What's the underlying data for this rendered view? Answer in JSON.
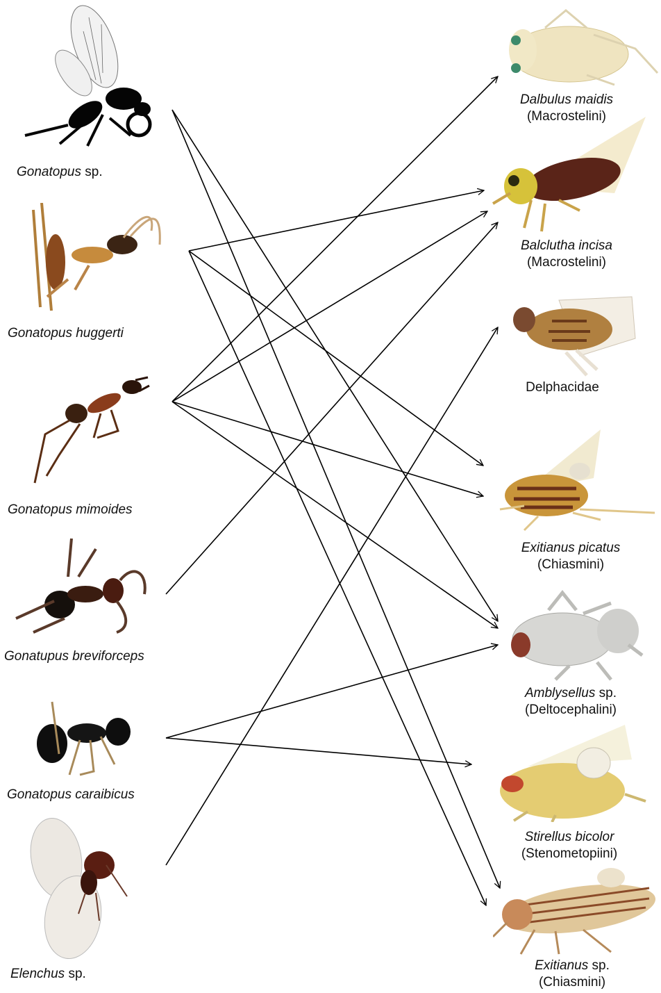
{
  "parasitoids": [
    {
      "id": "gonatopus-sp",
      "genus": "Gonatopus",
      "suffix": "sp."
    },
    {
      "id": "gonatopus-huggerti",
      "name": "Gonatopus huggerti"
    },
    {
      "id": "gonatopus-mimoides",
      "name": "Gonatopus mimoides"
    },
    {
      "id": "gonatupus-breviforceps",
      "name": "Gonatupus breviforceps"
    },
    {
      "id": "gonatopus-caraibicus",
      "name": "Gonatopus caraibicus"
    },
    {
      "id": "elenchus-sp",
      "genus": "Elenchus",
      "suffix": "sp."
    }
  ],
  "hosts": [
    {
      "id": "dalbulus-maidis",
      "name": "Dalbulus maidis",
      "tribe": "(Macrostelini)"
    },
    {
      "id": "balclutha-incisa",
      "name": "Balclutha incisa",
      "tribe": "(Macrostelini)"
    },
    {
      "id": "delphacidae",
      "family": "Delphacidae"
    },
    {
      "id": "exitianus-picatus",
      "name": "Exitianus picatus",
      "tribe": "(Chiasmini)"
    },
    {
      "id": "amblysellus-sp",
      "genus": "Amblysellus",
      "suffix": "sp.",
      "tribe": "(Deltocephalini)"
    },
    {
      "id": "stirellus-bicolor",
      "name": "Stirellus bicolor",
      "tribe": "(Stenometopiini)"
    },
    {
      "id": "exitianus-sp",
      "genus": "Exitianus",
      "suffix": "sp.",
      "tribe": "(Chiasmini)"
    }
  ],
  "associations": [
    [
      "gonatopus-sp",
      "amblysellus-sp"
    ],
    [
      "gonatopus-sp",
      "exitianus-sp"
    ],
    [
      "gonatopus-huggerti",
      "balclutha-incisa"
    ],
    [
      "gonatopus-huggerti",
      "exitianus-picatus"
    ],
    [
      "gonatopus-huggerti",
      "exitianus-sp"
    ],
    [
      "gonatopus-mimoides",
      "dalbulus-maidis"
    ],
    [
      "gonatopus-mimoides",
      "balclutha-incisa"
    ],
    [
      "gonatopus-mimoides",
      "exitianus-picatus"
    ],
    [
      "gonatopus-mimoides",
      "amblysellus-sp"
    ],
    [
      "gonatupus-breviforceps",
      "balclutha-incisa"
    ],
    [
      "gonatopus-caraibicus",
      "amblysellus-sp"
    ],
    [
      "gonatopus-caraibicus",
      "stirellus-bicolor"
    ],
    [
      "elenchus-sp",
      "delphacidae"
    ]
  ],
  "colors": {
    "line": "#000000",
    "text": "#111111"
  },
  "icons": [
    "gonatopus-wasp-photo",
    "leafhopper-photo",
    "strepsiptera-photo"
  ]
}
